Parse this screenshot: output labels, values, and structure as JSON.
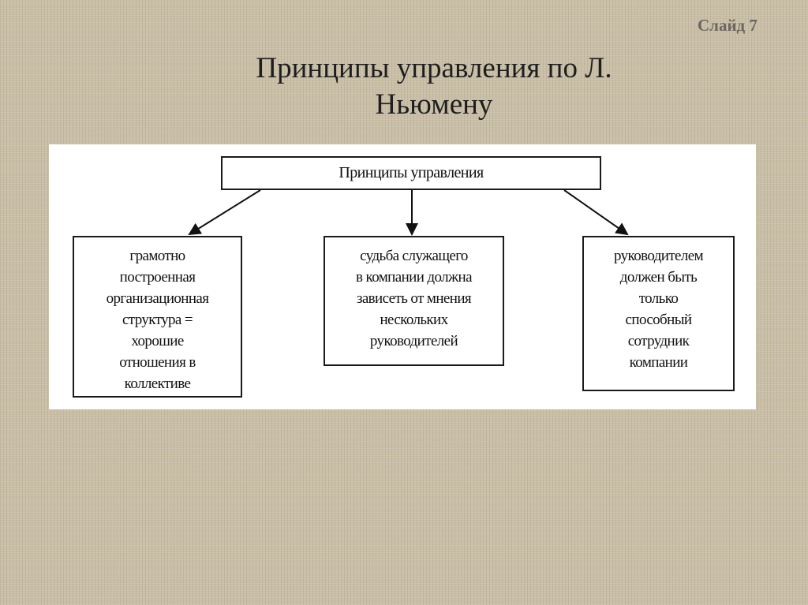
{
  "slide_label": "Слайд 7",
  "title": {
    "line1": "Принципы управления  по Л.",
    "line2": "Ньюмену"
  },
  "diagram": {
    "root": "Принципы управления",
    "children": [
      {
        "lines": [
          "грамотно",
          "построенная",
          "организационная",
          "структура =",
          "хорошие",
          "отношения в",
          "коллективе"
        ]
      },
      {
        "lines": [
          "судьба служащего",
          "в компании должна",
          "зависеть от мнения",
          "нескольких",
          "руководителей"
        ]
      },
      {
        "lines": [
          "руководителем",
          "должен быть",
          "только",
          "способный",
          "сотрудник",
          "компании"
        ]
      }
    ]
  }
}
